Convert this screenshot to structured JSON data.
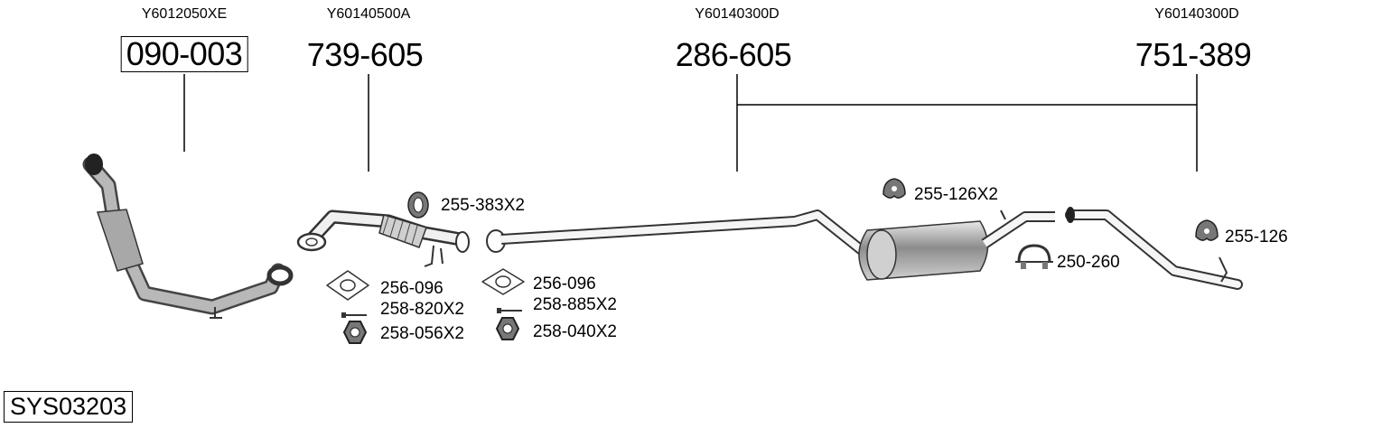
{
  "parts": [
    {
      "oe": "Y6012050XE",
      "number": "090-003"
    },
    {
      "oe": "Y60140500A",
      "number": "739-605"
    },
    {
      "oe": "Y60140300D",
      "number": "286-605"
    },
    {
      "oe": "Y60140300D",
      "number": "751-389"
    }
  ],
  "accessories": {
    "a1": "255-383X2",
    "a2": "256-096",
    "a3": "258-820X2",
    "a4": "258-056X2",
    "a5": "256-096",
    "a6": "258-885X2",
    "a7": "258-040X2",
    "a8": "255-126X2",
    "a9": "250-260",
    "a10": "255-126"
  },
  "system_id": "SYS03203"
}
